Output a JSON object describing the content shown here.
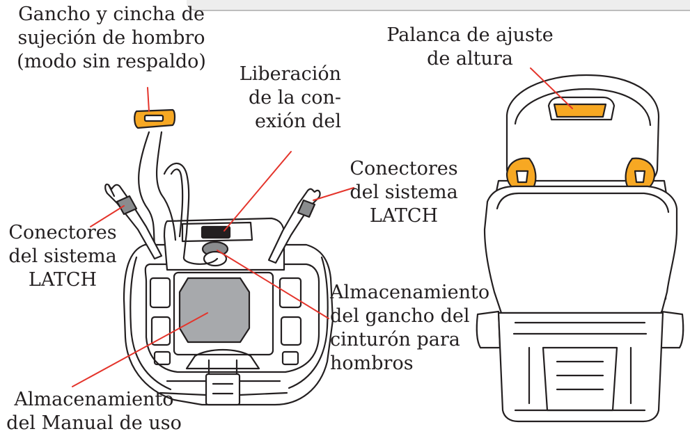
{
  "labels": {
    "shoulder_hook": [
      "Gancho y cincha de",
      "sujeción de hombro",
      "(modo sin respaldo)"
    ],
    "latch_release": [
      "Liberación",
      "de la con-",
      "exión del"
    ],
    "latch_right": [
      "Conectores",
      "del sistema",
      "LATCH"
    ],
    "latch_left": [
      "Conectores",
      "del sistema",
      "LATCH"
    ],
    "belt_hook_storage": [
      "Almacenamiento",
      "del gancho del",
      "cinturón para",
      "hombros"
    ],
    "manual_storage": [
      "Almacenamiento",
      "del Manual de uso"
    ],
    "height_lever": [
      "Palanca de ajuste",
      "de altura"
    ]
  },
  "colors": {
    "accent": "#f7a823",
    "leader": "#e4342b",
    "grey_pad": "#a7a9ac",
    "connector_grey": "#8a8c8e",
    "outline": "#231f20"
  }
}
